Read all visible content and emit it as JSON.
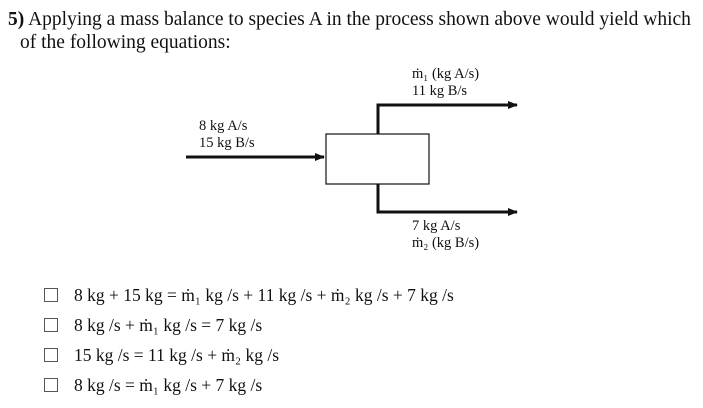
{
  "question": {
    "number": "5)",
    "line1": "Applying a mass balance to species A in the process shown above would yield which",
    "line2": "of the following equations:"
  },
  "diagram": {
    "output_top": {
      "line1": "ṁ₁ (kg A/s)",
      "line2": "11 kg B/s"
    },
    "input": {
      "line1": "8 kg A/s",
      "line2": "15 kg B/s"
    },
    "output_bottom": {
      "line1": "7 kg A/s",
      "line2": "ṁ₂ (kg B/s)"
    }
  },
  "options": [
    {
      "text": "8 kg + 15 kg = ṁ₁ kg /s + 11 kg /s + ṁ₂ kg /s + 7 kg /s",
      "checked": false
    },
    {
      "text": "8 kg /s + ṁ₁ kg /s = 7 kg /s",
      "checked": false
    },
    {
      "text": "15 kg /s = 11 kg /s + ṁ₂ kg /s",
      "checked": false
    },
    {
      "text": "8 kg /s = ṁ₁ kg /s + 7 kg /s",
      "checked": false
    }
  ]
}
